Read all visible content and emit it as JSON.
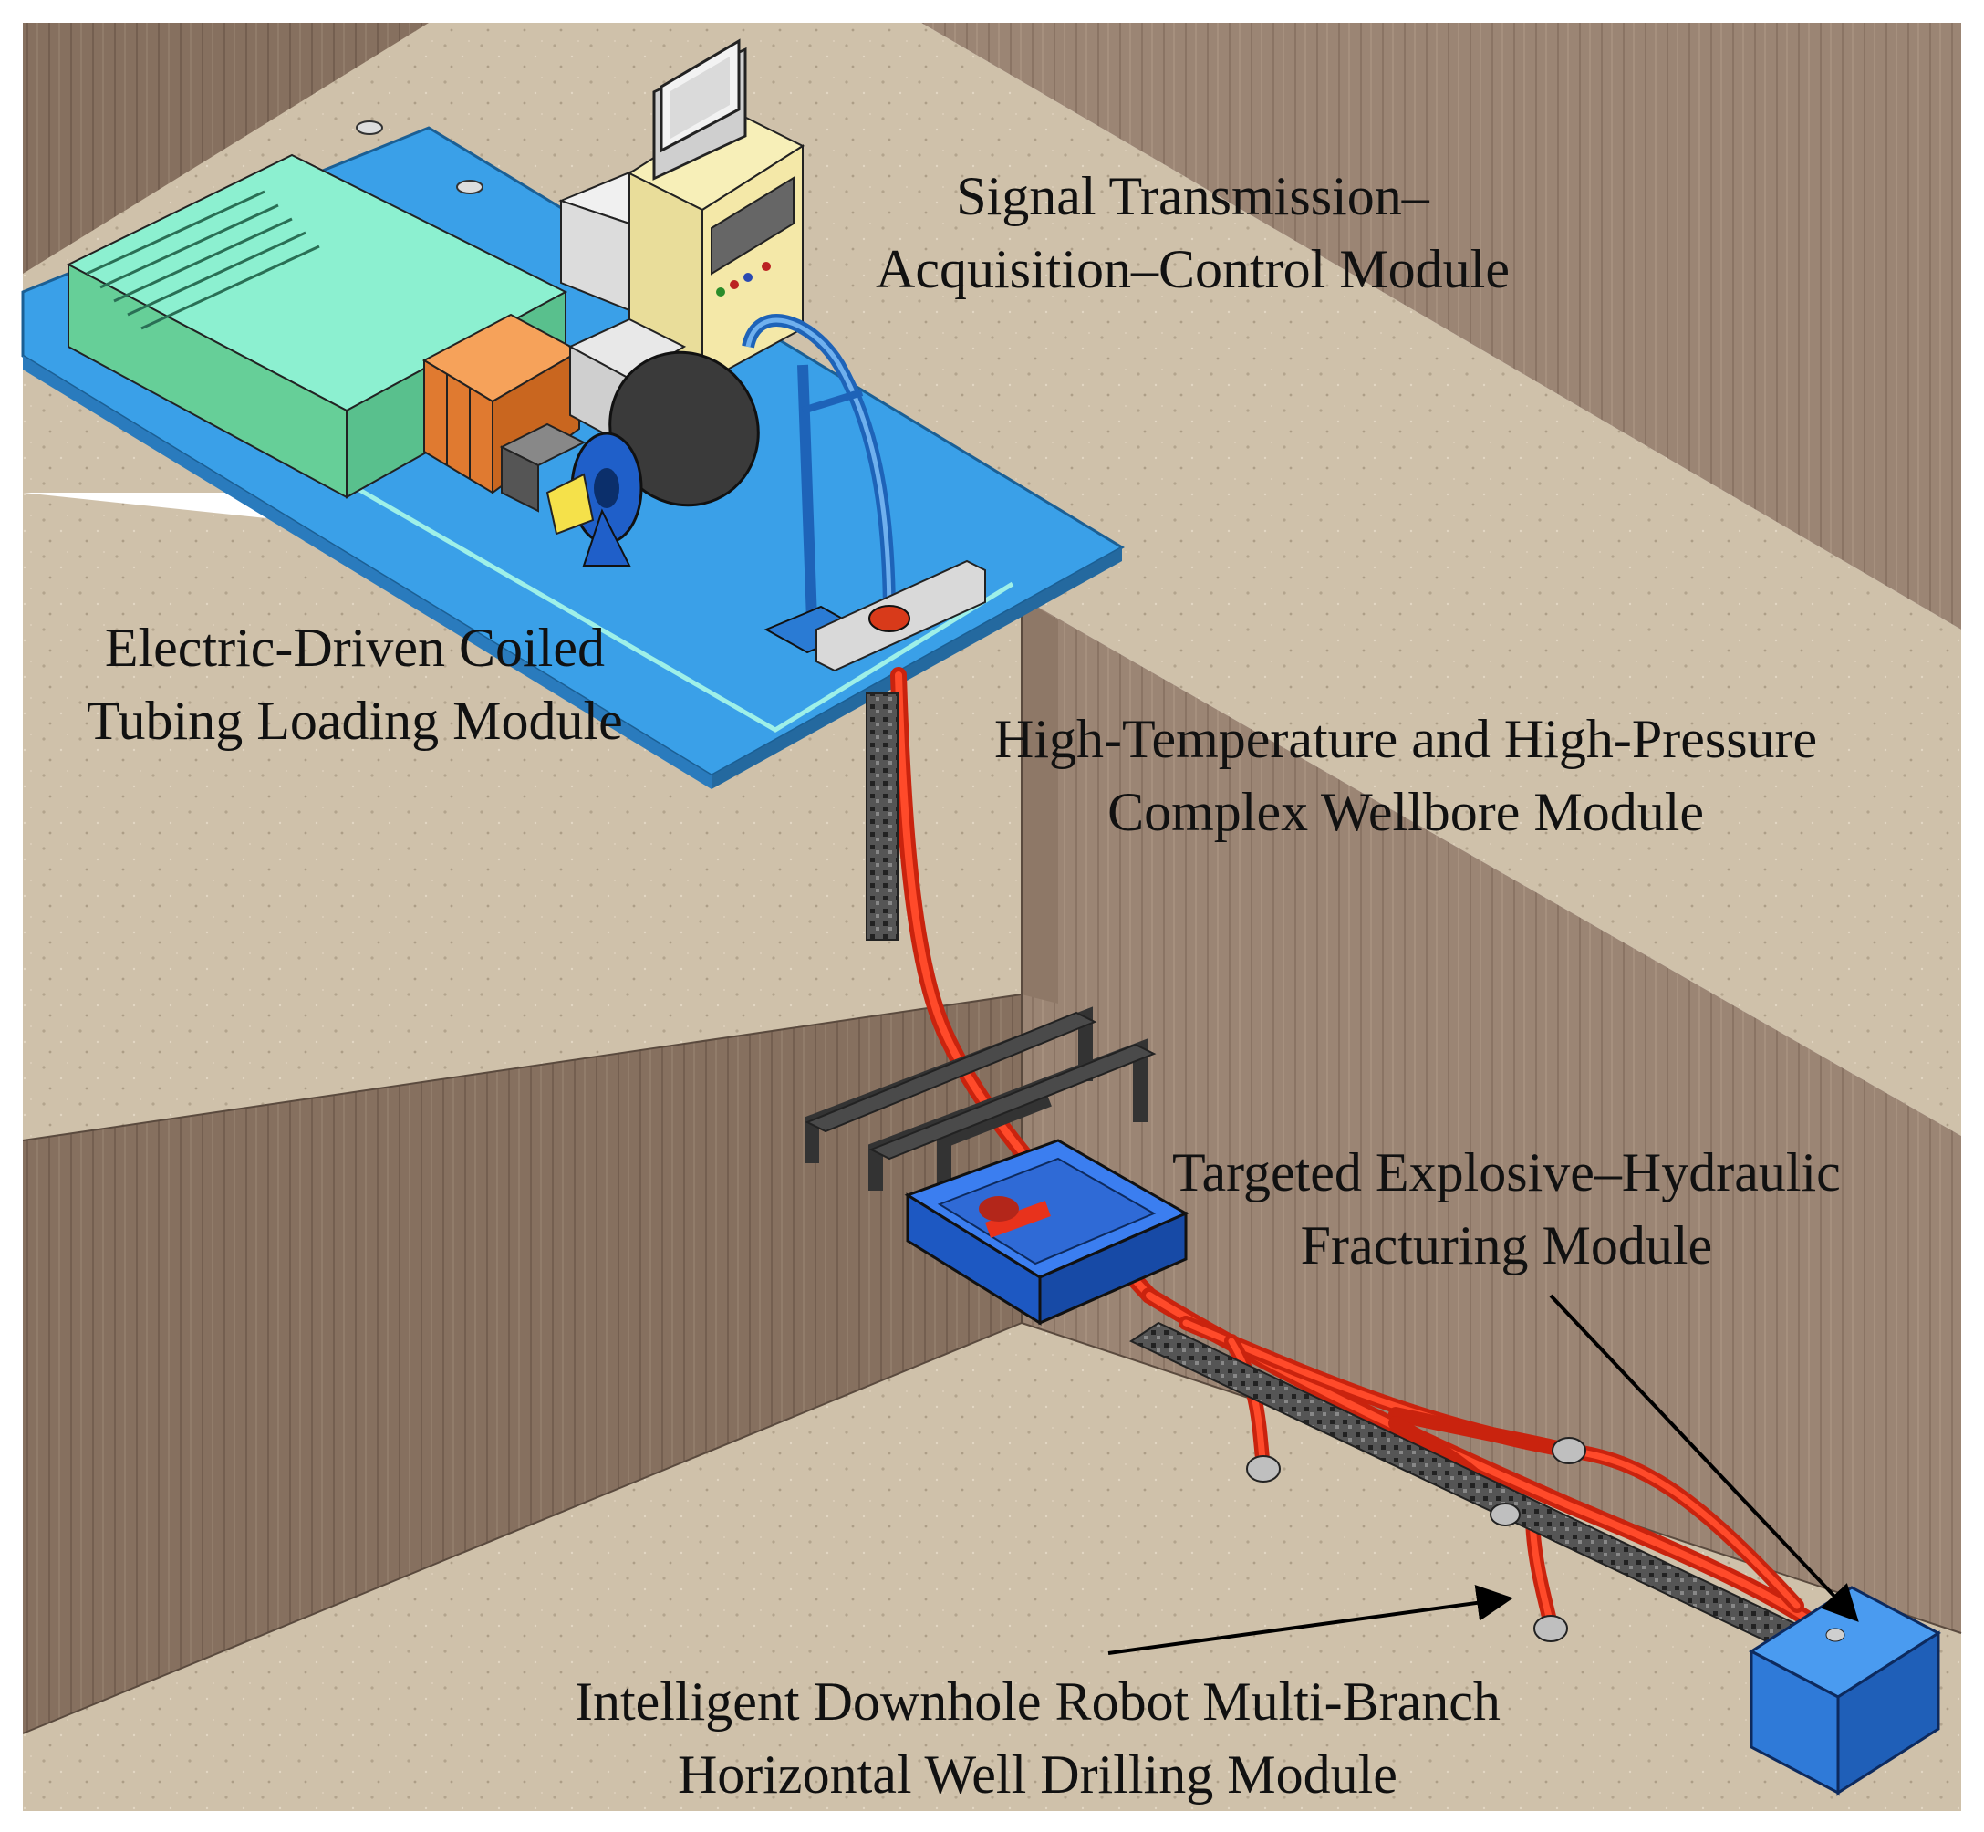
{
  "labels": {
    "signal_module": {
      "line1": "Signal Transmission–",
      "line2": "Acquisition–Control Module"
    },
    "coiled_tubing_module": {
      "line1": "Electric-Driven Coiled",
      "line2": "Tubing Loading Module"
    },
    "wellbore_module": {
      "line1": "High-Temperature and High-Pressure",
      "line2": "Complex Wellbore Module"
    },
    "fracturing_module": {
      "line1": "Targeted Explosive–Hydraulic",
      "line2": "Fracturing Module"
    },
    "drilling_module": {
      "line1": "Intelligent Downhole Robot Multi-Branch",
      "line2": "Horizontal Well Drilling Module"
    }
  },
  "colors": {
    "ground_top": "#cfc1aa",
    "wall": "#9b8574",
    "wall_dark": "#7d6a5c",
    "platform": "#3aa0e8",
    "green_unit": "#6cd6a8",
    "tubing": "#e8321c",
    "robot_box": "#1f6fd6",
    "frame": "#3a3a3a",
    "arrow": "#000000"
  }
}
